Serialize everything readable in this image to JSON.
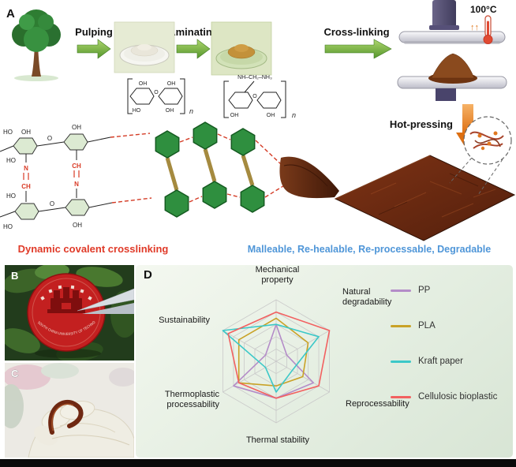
{
  "panel_labels": {
    "a": "A",
    "b": "B",
    "c": "C",
    "d": "D"
  },
  "process": {
    "step1": "Pulping",
    "step2": "Aminating",
    "step3": "Cross-linking",
    "hot_pressing": "Hot-pressing",
    "temperature": "100°C"
  },
  "captions": {
    "crosslinking": "Dynamic covalent crosslinking",
    "properties": "Malleable, Re-healable, Re-processable, Degradable"
  },
  "chem": {
    "oh": "OH",
    "ho": "HO",
    "o": "O",
    "n": "n",
    "ch": "CH",
    "nitrogen": "N",
    "amine": "NH–CH₂–NH₃"
  },
  "photo_b": {
    "stamp_text": "SOUTH CHINA UNIVERSITY OF TECHNOLOGY"
  },
  "colors": {
    "caption_red": "#e03a28",
    "caption_blue": "#4f96d8",
    "board_brown": "#5a230e",
    "arrow_green": "#55962c",
    "arrow_orange": "#dd6f12"
  },
  "chart_data": {
    "type": "radar",
    "axes": [
      "Mechanical property",
      "Natural degradability",
      "Reprocessability",
      "Thermal stability",
      "Thermoplastic processability",
      "Sustainability"
    ],
    "levels": 5,
    "range": [
      0,
      5
    ],
    "grid": true,
    "legend_position": "right",
    "series": [
      {
        "name": "PP",
        "color": "#b48cc8",
        "values": [
          3,
          1,
          3.5,
          3,
          4,
          1
        ]
      },
      {
        "name": "PLA",
        "color": "#c9a227",
        "values": [
          3.5,
          3,
          2.5,
          2,
          3.5,
          3.5
        ]
      },
      {
        "name": "Kraft paper",
        "color": "#3cc8c8",
        "values": [
          3,
          4,
          1.5,
          2.5,
          1,
          5
        ]
      },
      {
        "name": "Cellulosic bioplastic",
        "color": "#f26060",
        "values": [
          4,
          5,
          4,
          3,
          3.5,
          4.5
        ]
      }
    ]
  }
}
